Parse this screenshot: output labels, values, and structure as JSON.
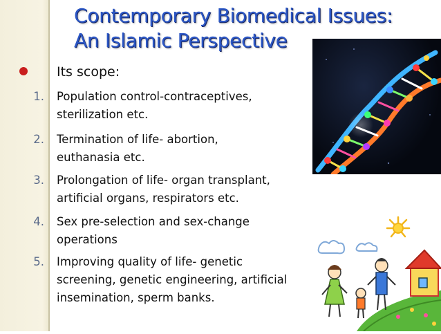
{
  "slide": {
    "title_line1": "Contemporary Biomedical Issues:",
    "title_line2": "An Islamic Perspective",
    "scope_label": "Its scope:",
    "items": [
      {
        "num": "1.",
        "lines": [
          "Population control-contraceptives,",
          "sterilization etc."
        ]
      },
      {
        "num": "2.",
        "lines": [
          "Termination of life- abortion,",
          "euthanasia etc."
        ]
      },
      {
        "num": "3.",
        "lines": [
          "Prolongation of life- organ transplant,",
          "artificial organs, respirators etc."
        ]
      },
      {
        "num": "4.",
        "lines": [
          "Sex pre-selection and sex-change",
          "operations"
        ]
      },
      {
        "num": "5.",
        "lines": [
          "Improving quality of life- genetic",
          "screening, genetic engineering, artificial",
          "insemination, sperm banks."
        ]
      }
    ]
  },
  "images": {
    "dna": "dna-helix-illustration",
    "family": "child-drawing-family-house-sun"
  },
  "colors": {
    "title": "#2b56c4",
    "bullet": "#c91e1e",
    "number": "#5a6a8a",
    "band": "#f3efdc"
  }
}
